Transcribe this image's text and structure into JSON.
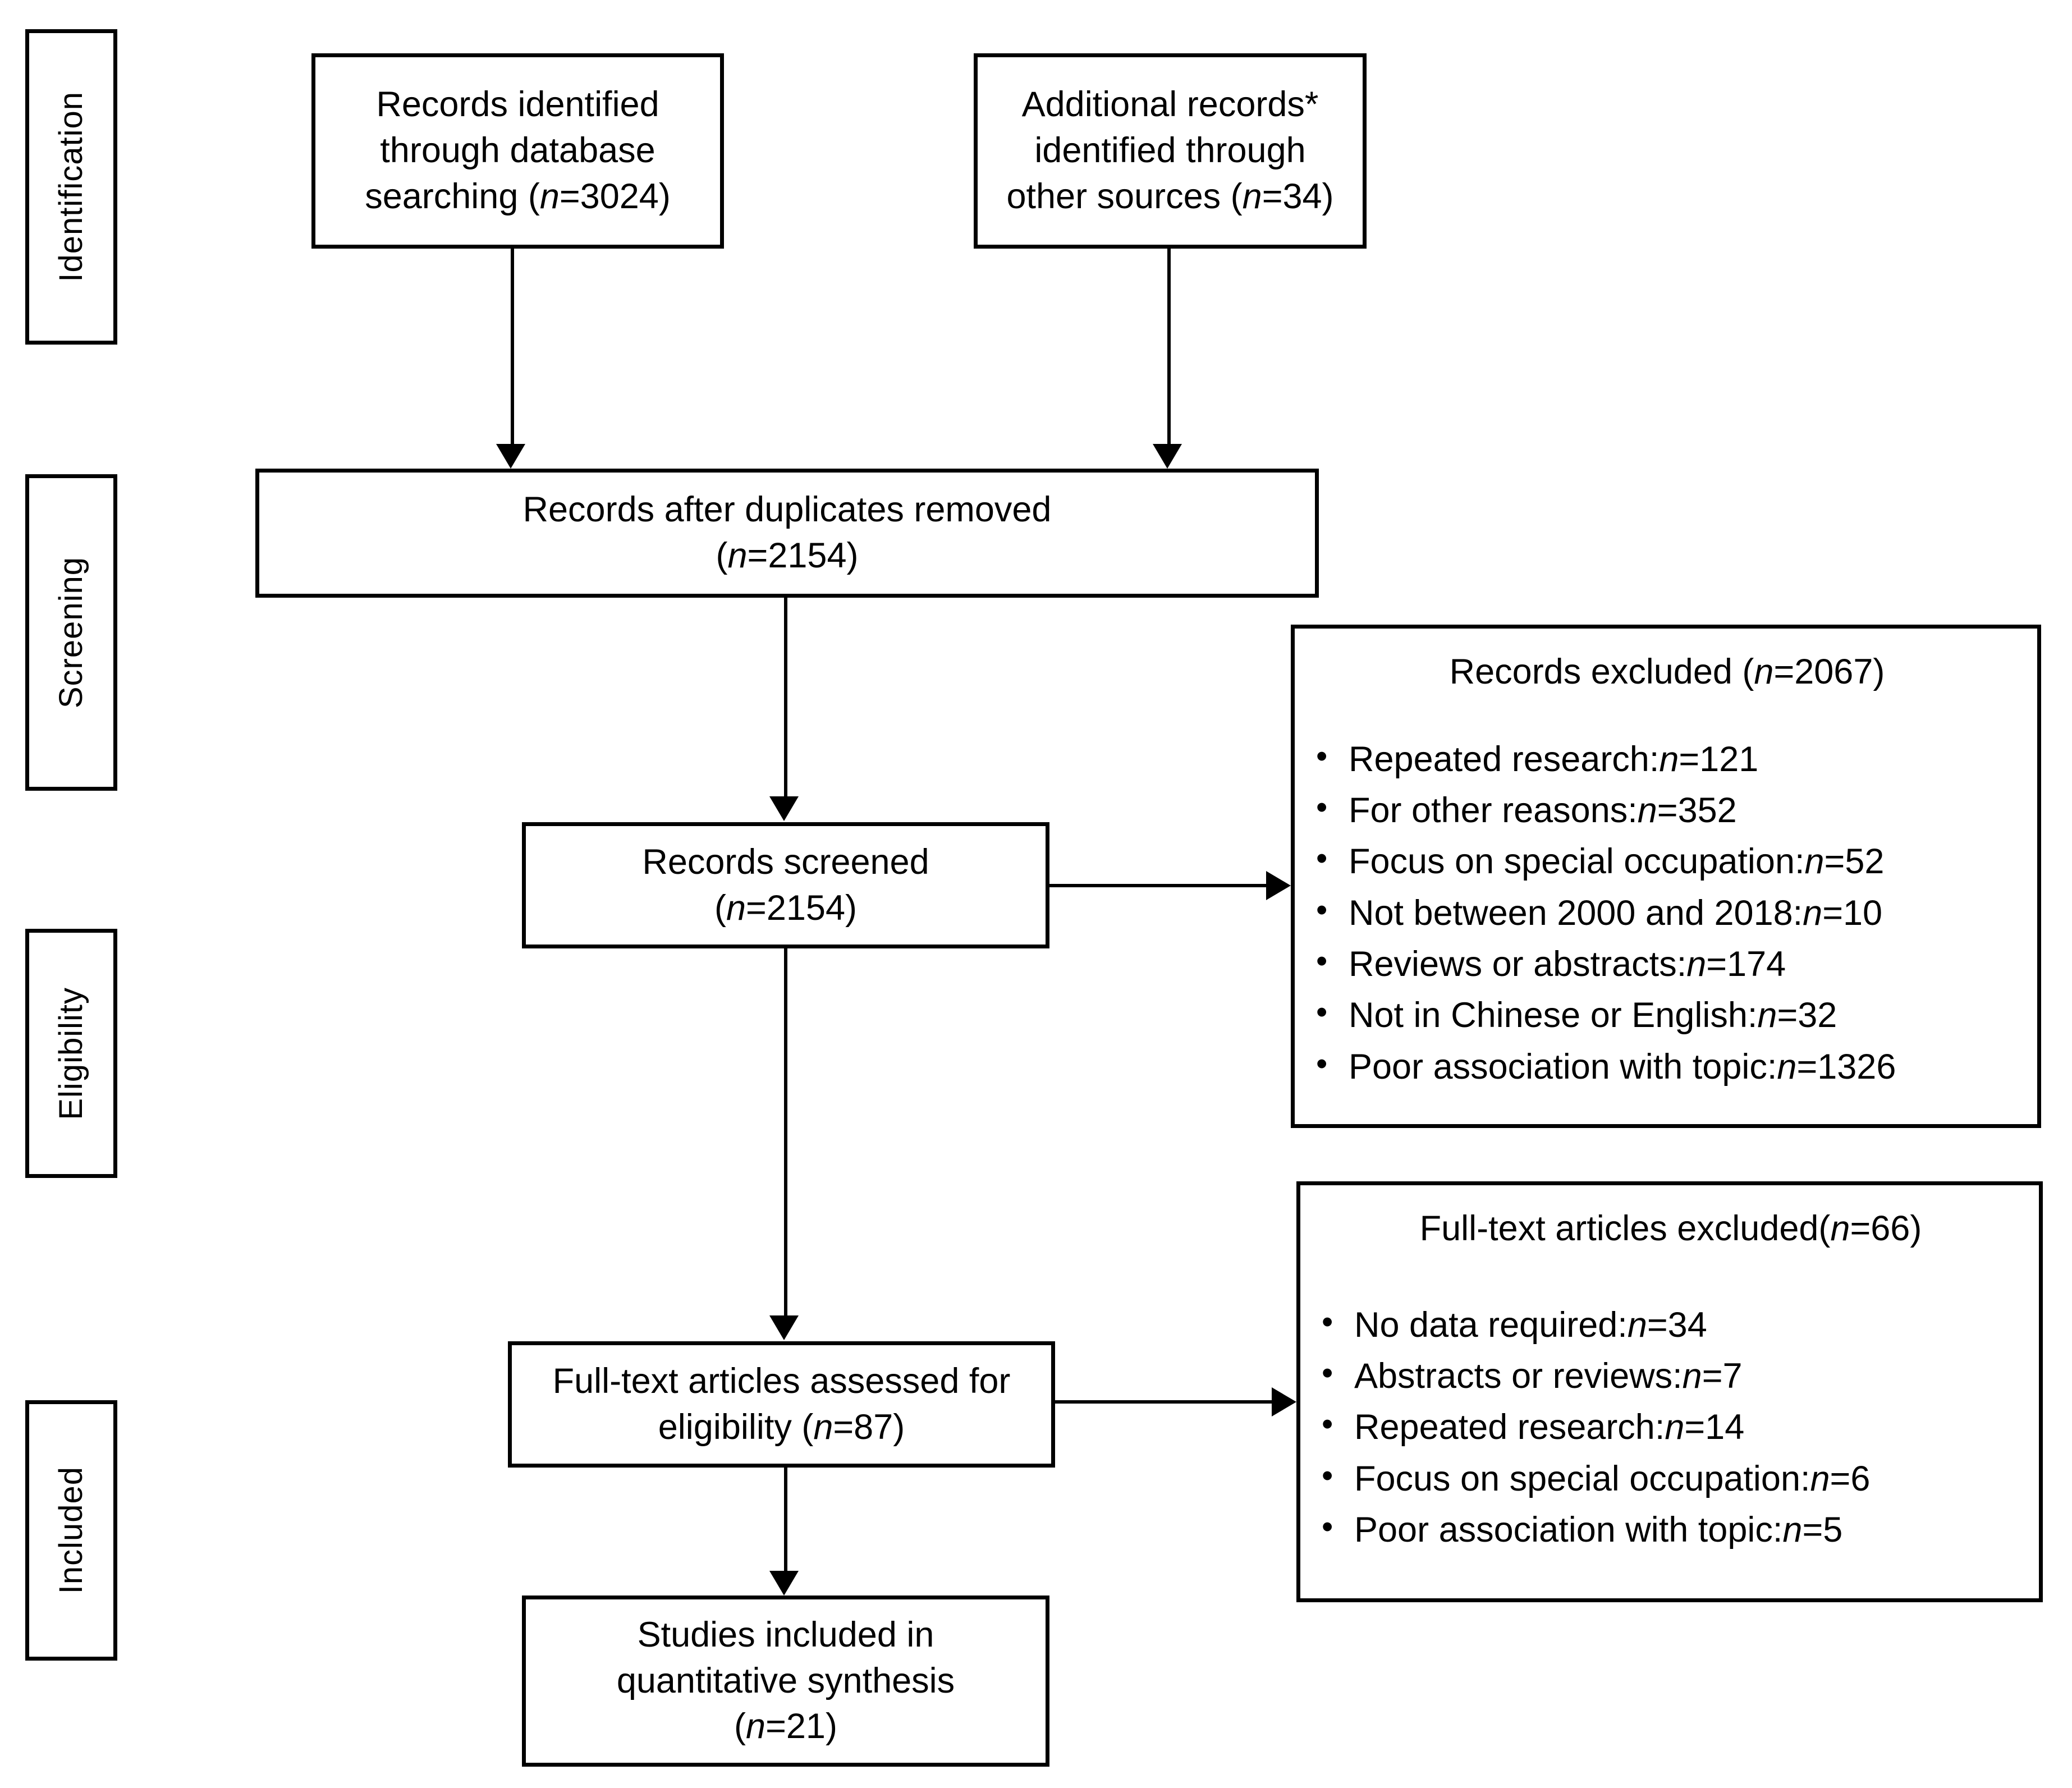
{
  "diagram": {
    "title": "PRISMA study selection flow diagram",
    "stages": [
      {
        "id": "identification",
        "label": "Identification"
      },
      {
        "id": "screening",
        "label": "Screening"
      },
      {
        "id": "eligibility",
        "label": "Eligibility"
      },
      {
        "id": "included",
        "label": "Included"
      }
    ],
    "boxes": {
      "database_search": {
        "line1": "Records identified",
        "line2": "through database",
        "line3_pre": "searching (",
        "line3_n": "n",
        "line3_post": "=3024)",
        "count": 3024
      },
      "other_sources": {
        "line1": "Additional records*",
        "line2": "identified through",
        "line3_pre": "other sources (",
        "line3_n": "n",
        "line3_post": "=34)",
        "count": 34
      },
      "after_duplicates": {
        "line1": "Records after duplicates removed",
        "line2_pre": "(",
        "line2_n": "n",
        "line2_post": "=2154)",
        "count": 2154
      },
      "records_screened": {
        "line1": "Records screened",
        "line2_pre": "(",
        "line2_n": "n",
        "line2_post": "=2154)",
        "count": 2154
      },
      "fulltext_assessed": {
        "line1": "Full-text articles assessed for",
        "line2_pre": "eligibility (",
        "line2_n": "n",
        "line2_post": "=87)",
        "count": 87
      },
      "studies_included": {
        "line1": "Studies included in",
        "line2": "quantitative synthesis",
        "line3_pre": "(",
        "line3_n": "n",
        "line3_post": "=21)",
        "count": 21
      },
      "records_excluded": {
        "title_pre": "Records excluded (",
        "title_n": "n",
        "title_post": "=2067)",
        "total": 2067,
        "reasons": [
          {
            "label": "Repeated research:",
            "n": "n",
            "value": "=121"
          },
          {
            "label": "For other reasons:",
            "n": "n",
            "value": "=352"
          },
          {
            "label": "Focus on special occupation:",
            "n": "n",
            "value": "=52"
          },
          {
            "label": "Not between 2000 and 2018:",
            "n": "n",
            "value": "=10"
          },
          {
            "label": "Reviews or abstracts:",
            "n": "n",
            "value": "=174"
          },
          {
            "label": "Not in Chinese or English:",
            "n": "n",
            "value": "=32"
          },
          {
            "label": "Poor association with topic:",
            "n": "n",
            "value": "=1326"
          }
        ]
      },
      "fulltext_excluded": {
        "title_pre": "Full-text articles excluded(",
        "title_n": "n",
        "title_post": "=66)",
        "total": 66,
        "reasons": [
          {
            "label": "No data required:",
            "n": "n",
            "value": "=34"
          },
          {
            "label": "Abstracts or reviews:",
            "n": "n",
            "value": "=7"
          },
          {
            "label": "Repeated research:",
            "n": "n",
            "value": "=14"
          },
          {
            "label": "Focus on special occupation:",
            "n": "n",
            "value": "=6"
          },
          {
            "label": "Poor association with topic:",
            "n": "n",
            "value": "=5"
          }
        ]
      }
    },
    "colors": {
      "stroke": "#000000",
      "background": "#ffffff"
    }
  }
}
